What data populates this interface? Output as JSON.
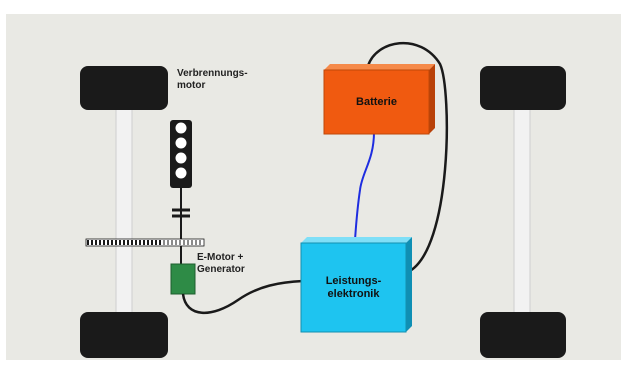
{
  "nodes": {
    "engine": {
      "label": "Verbrennungs-\nmotor"
    },
    "battery": {
      "label": "Batterie"
    },
    "power_electronics": {
      "label": "Leistungs-\nelektronik"
    },
    "motor_generator": {
      "label": "E-Motor +\nGenerator"
    }
  },
  "colors": {
    "background": "#e9e9e4",
    "wheel": "#1a1a1a",
    "axle": "#f2f2f2",
    "battery_fill": "#f05a10",
    "power_electronics_fill": "#1ec4f0",
    "motor_generator_fill": "#2e8b46",
    "engine_fill": "#1a1a1a",
    "hv_cable": "#1e2de0",
    "cable": "#1a1a1a"
  },
  "icons": {
    "wheel": "tire-icon",
    "engine": "engine-cylinder-block-icon",
    "clutch": "clutch-icon"
  }
}
